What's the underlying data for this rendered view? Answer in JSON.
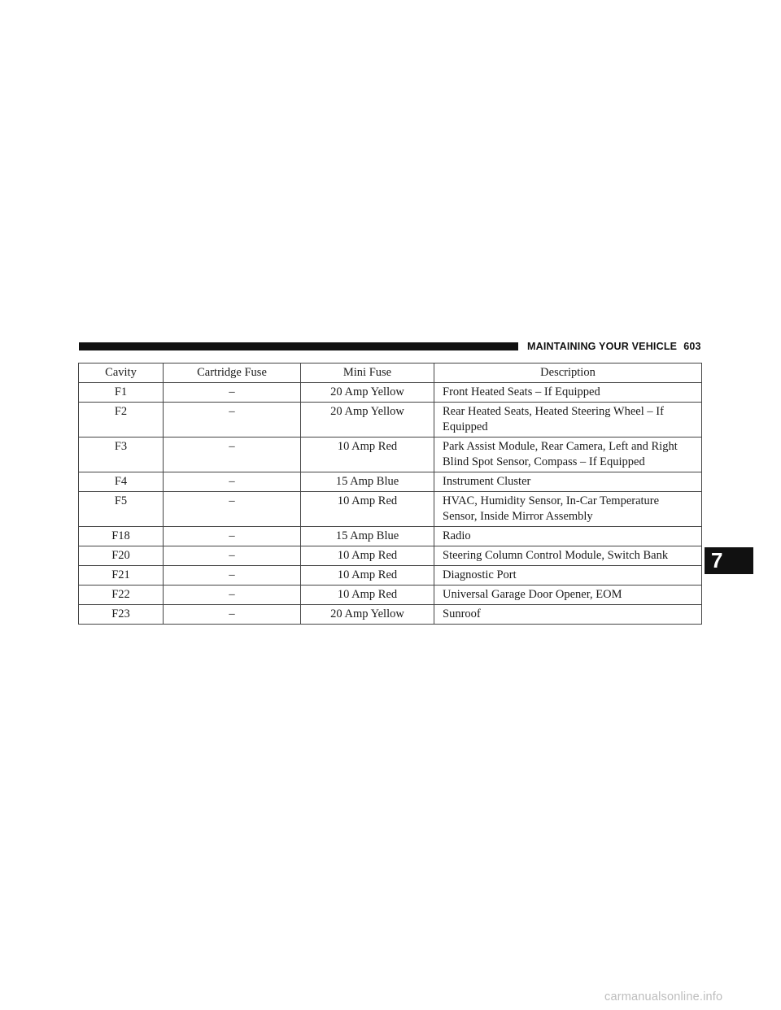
{
  "header": {
    "section_title": "MAINTAINING YOUR VEHICLE",
    "page_number": "603"
  },
  "chapter_tab": "7",
  "table": {
    "columns": [
      "Cavity",
      "Cartridge Fuse",
      "Mini Fuse",
      "Description"
    ],
    "rows": [
      {
        "cavity": "F1",
        "cartridge": "–",
        "mini": "20 Amp Yellow",
        "description": "Front Heated Seats – If Equipped"
      },
      {
        "cavity": "F2",
        "cartridge": "–",
        "mini": "20 Amp Yellow",
        "description": "Rear Heated Seats, Heated Steering Wheel – If Equipped"
      },
      {
        "cavity": "F3",
        "cartridge": "–",
        "mini": "10 Amp Red",
        "description": "Park Assist Module, Rear Camera, Left and Right Blind Spot Sensor, Compass – If Equipped"
      },
      {
        "cavity": "F4",
        "cartridge": "–",
        "mini": "15 Amp Blue",
        "description": "Instrument Cluster"
      },
      {
        "cavity": "F5",
        "cartridge": "–",
        "mini": "10 Amp Red",
        "description": "HVAC, Humidity Sensor, In-Car Temperature Sensor, Inside Mirror Assembly"
      },
      {
        "cavity": "F18",
        "cartridge": "–",
        "mini": "15 Amp Blue",
        "description": "Radio"
      },
      {
        "cavity": "F20",
        "cartridge": "–",
        "mini": "10 Amp Red",
        "description": "Steering Column Control Module, Switch Bank"
      },
      {
        "cavity": "F21",
        "cartridge": "–",
        "mini": "10 Amp Red",
        "description": "Diagnostic Port"
      },
      {
        "cavity": "F22",
        "cartridge": "–",
        "mini": "10 Amp Red",
        "description": "Universal Garage Door Opener, EOM"
      },
      {
        "cavity": "F23",
        "cartridge": "–",
        "mini": "20 Amp Yellow",
        "description": "Sunroof"
      }
    ]
  },
  "watermark": "carmanualsonline.info"
}
